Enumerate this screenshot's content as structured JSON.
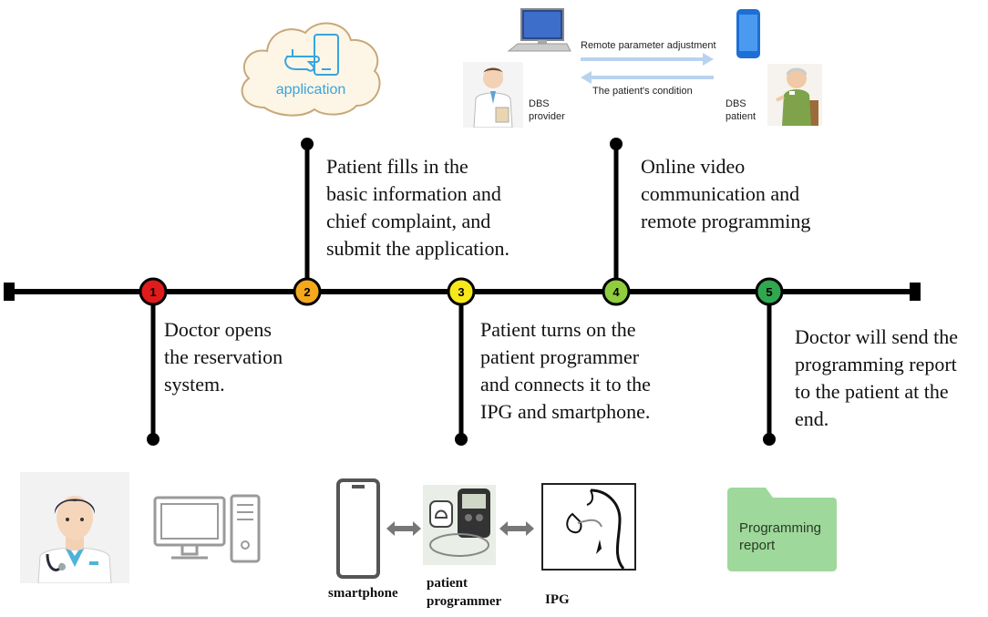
{
  "colors": {
    "line": "#000000",
    "node1": "#e01b1b",
    "node2": "#f4a81c",
    "node3": "#f6e81a",
    "node4": "#8fcd3f",
    "node5": "#2fa84f",
    "cloud_text": "#3aa3dd",
    "folder": "#9ed89a",
    "arrow_blue": "#b9d3ef"
  },
  "steps": [
    {
      "num": "1",
      "text": [
        "Doctor opens",
        "the reservation",
        "system."
      ]
    },
    {
      "num": "2",
      "text": [
        "Patient fills in the",
        "basic information and",
        "chief complaint, and",
        "submit the application."
      ]
    },
    {
      "num": "3",
      "text": [
        "Patient turns on the",
        "patient programmer",
        "and connects it to the",
        "IPG and smartphone."
      ]
    },
    {
      "num": "4",
      "text": [
        "Online video",
        "communication and",
        "remote programming"
      ]
    },
    {
      "num": "5",
      "text": [
        "Doctor will send the",
        "programming report",
        "to the patient at the",
        "end."
      ]
    }
  ],
  "cloud_label": "application",
  "remote": {
    "adjust_label": "Remote parameter adjustment",
    "condition_label": "The patient's condition",
    "provider_label_1": "DBS",
    "provider_label_2": "provider",
    "patient_label_1": "DBS",
    "patient_label_2": "patient"
  },
  "devices": {
    "smartphone": "smartphone",
    "programmer_1": "patient",
    "programmer_2": "programmer",
    "ipg": "IPG"
  },
  "report": {
    "line1": "Programming",
    "line2": "report"
  },
  "icons": {
    "doctor_avatar": "doctor-icon",
    "computer": "desktop-computer-icon",
    "cloud": "cloud-icon",
    "tap_phone": "tap-phone-icon",
    "monitor": "monitor-icon",
    "phone": "phone-icon",
    "elderly_patient": "patient-icon",
    "folder": "folder-icon"
  }
}
